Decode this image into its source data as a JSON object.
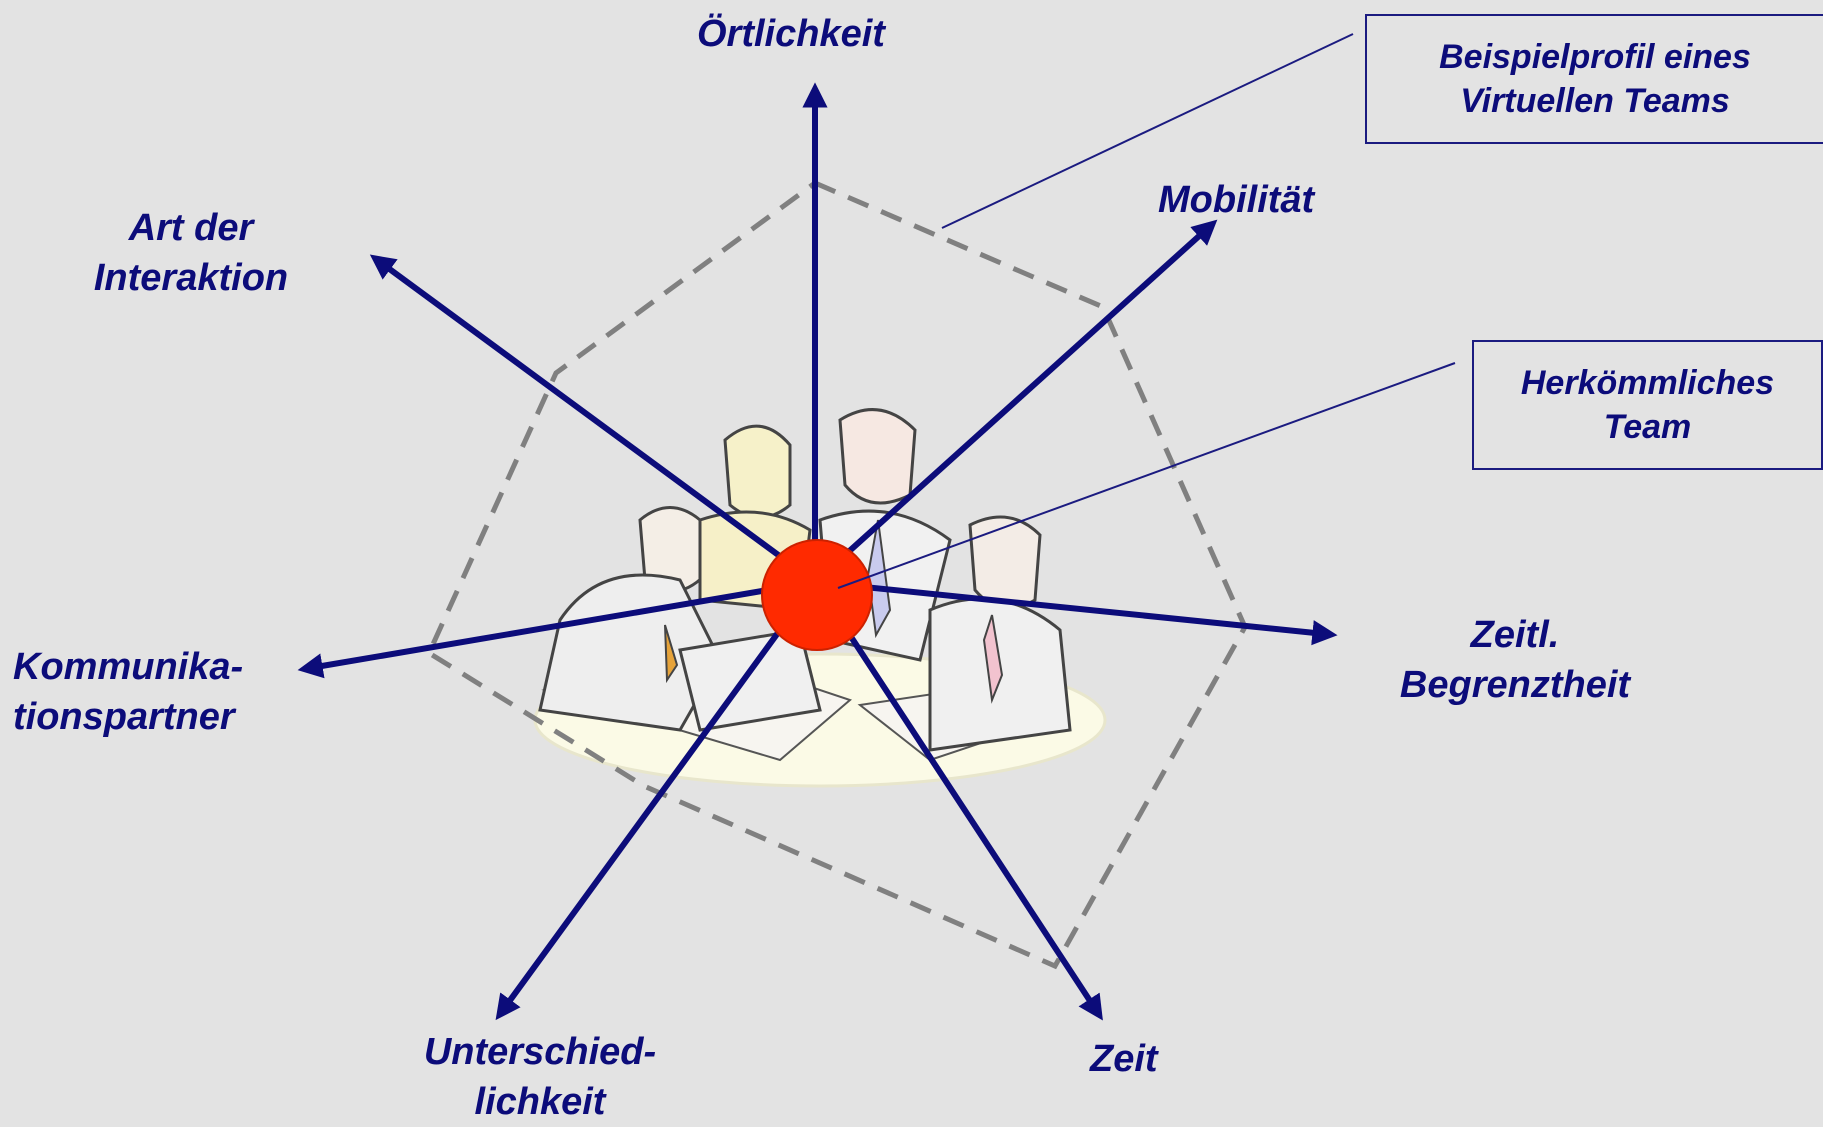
{
  "axes": [
    {
      "id": "oertlichkeit",
      "label": "Örtlichkeit"
    },
    {
      "id": "mobilitaet",
      "label": "Mobilität"
    },
    {
      "id": "zeitl-begrenztheit",
      "label": "Zeitl.\nBegrenztheit"
    },
    {
      "id": "zeit",
      "label": "Zeit"
    },
    {
      "id": "unterschiedlichkeit",
      "label": "Unterschied-\nlichkeit"
    },
    {
      "id": "kommunikationspartner",
      "label": "Kommunika-\ntionspartner"
    },
    {
      "id": "art-der-interaktion",
      "label": "Art der\nInteraktion"
    }
  ],
  "callouts": {
    "virtual_team": "Beispielprofil eines\nVirtuellen Teams",
    "traditional_team": "Herkömmliches\nTeam"
  },
  "image": {
    "icon": "team-meeting-clipart-icon"
  },
  "colors": {
    "background": "#e3e3e3",
    "axis": "#0c0c7a",
    "dashed_profile": "#808080",
    "center_dot": "#ff2a00",
    "callout_text": "#0c0c7a"
  }
}
